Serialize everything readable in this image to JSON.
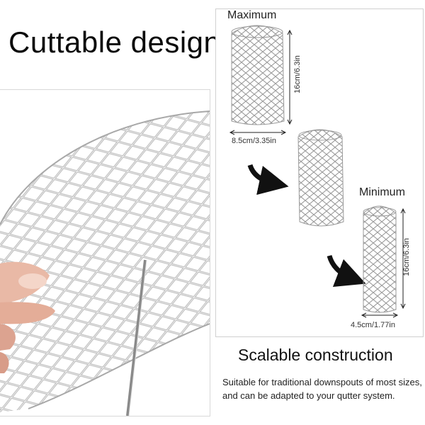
{
  "header": {
    "title": "Cuttable design"
  },
  "diagram": {
    "max_label": "Maximum",
    "min_label": "Minimum",
    "max_height": "16cm/6.3in",
    "max_width": "8.5cm/3.35in",
    "min_height": "16cm/6.3in",
    "min_width": "4.5cm/1.77in"
  },
  "feature": {
    "title": "Scalable construction",
    "description": "Suitable for traditional downspouts of most sizes, and can be adapted to your qutter system."
  },
  "colors": {
    "mesh": "#b9b9b9",
    "mesh_dark": "#8a8a8a",
    "skin": "#e9b9a6",
    "arrow": "#111111"
  }
}
